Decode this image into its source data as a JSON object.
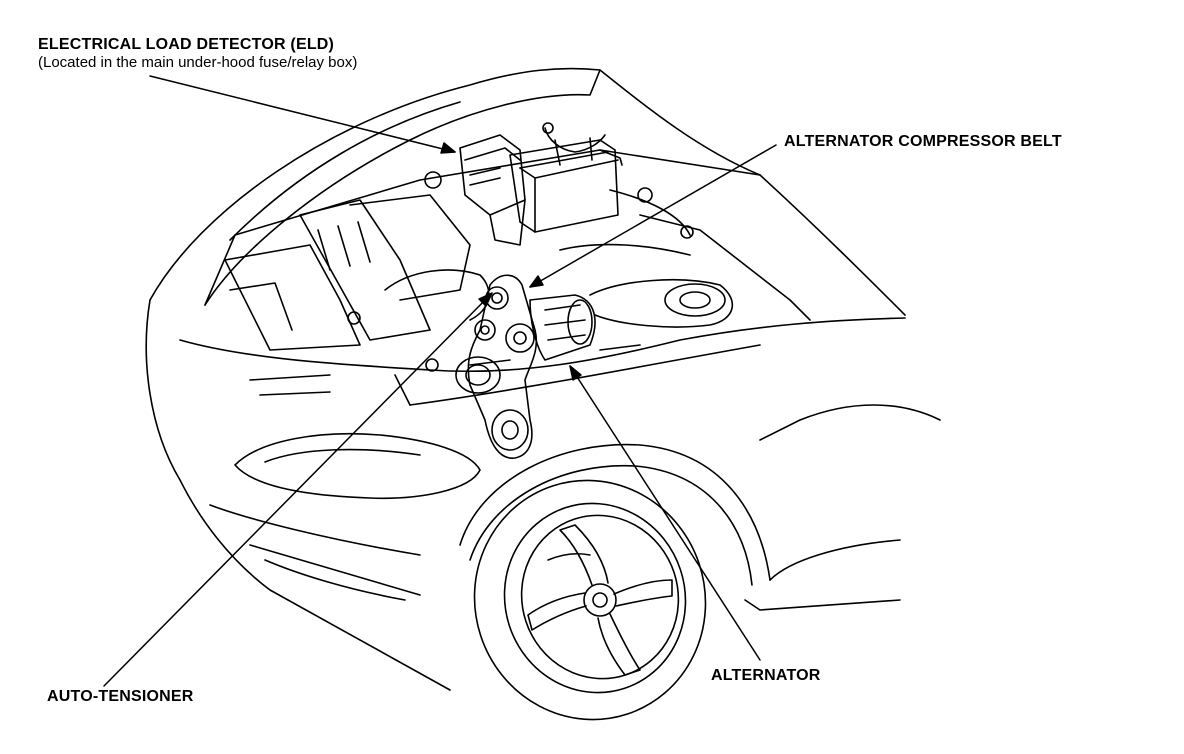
{
  "diagram": {
    "callouts": {
      "eld": {
        "title": "ELECTRICAL LOAD DETECTOR (ELD)",
        "subtitle": "(Located in the main under-hood fuse/relay box)"
      },
      "belt": {
        "title": "ALTERNATOR COMPRESSOR BELT"
      },
      "alternator": {
        "title": "ALTERNATOR"
      },
      "tensioner": {
        "title": "AUTO-TENSIONER"
      }
    },
    "colors": {
      "ink": "#000000",
      "paper": "#ffffff"
    }
  }
}
